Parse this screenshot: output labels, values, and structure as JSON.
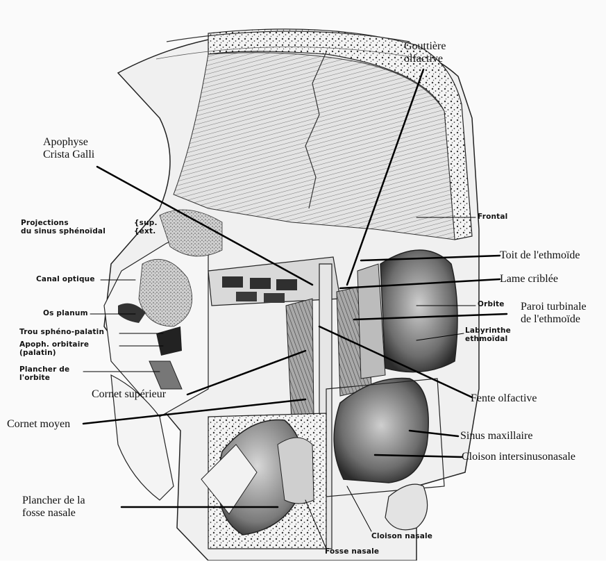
{
  "colors": {
    "ink": "#111111",
    "bone_light": "#f2f2f2",
    "bone_mid": "#bdbdbd",
    "bone_dark": "#4a4a4a",
    "background": "#ffffff"
  },
  "labels": {
    "gouttiere": "Gouttière\nolfactive",
    "apophyse": "Apophyse\nCrista Galli",
    "projections": "Projections\ndu sinus sphénoïdal",
    "proj_sup_ext": "{sup.\n{ext.",
    "frontal": "Frontal",
    "toit": "Toit de l'ethmoïde",
    "lame": "Lame criblée",
    "orbite": "Orbite",
    "paroi": "Paroi turbinale\nde l'ethmoïde",
    "labyrinthe": "Labyrinthe\nethmoïdal",
    "canal": "Canal optique",
    "os_planum": "Os planum",
    "trou": "Trou sphéno-palatin",
    "apoph_orb": "Apoph. orbitaire\n(palatin)",
    "plancher_orbite": "Plancher de\nl'orbite",
    "cornet_sup": "Cornet supérieur",
    "cornet_moyen": "Cornet moyen",
    "fente": "Fente olfactive",
    "sinus_max": "Sinus maxillaire",
    "cloison_inter": "Cloison intersinusonasale",
    "plancher_fosse": "Plancher de la\nfosse nasale",
    "cloison_nasale": "Cloison nasale",
    "fosse_nasale": "Fosse nasale"
  }
}
